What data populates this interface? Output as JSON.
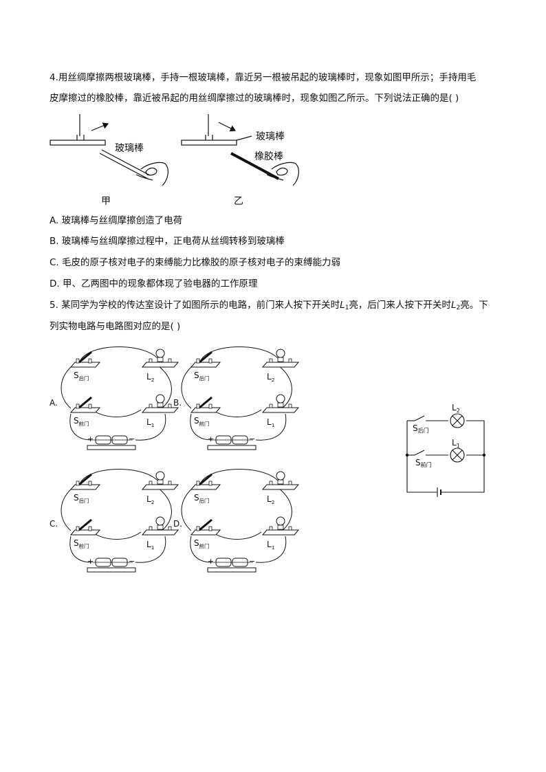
{
  "q4": {
    "number": "4.",
    "line1": "用丝绸摩擦两根玻璃棒，手持一根玻璃棒，靠近另一根被吊起的玻璃棒时，现象如图甲所示；手持用毛",
    "line2": "皮摩擦过的橡胶棒，靠近被吊起的用丝绸摩擦过的玻璃棒时，现象如图乙所示。下列说法正确的是(    )",
    "fig_jia_rod_label": "玻璃棒",
    "fig_yi_rod1_label": "玻璃棒",
    "fig_yi_rod2_label": "橡胶棒",
    "fig_jia_caption": "甲",
    "fig_yi_caption": "乙",
    "options": [
      "A. 玻璃棒与丝绸摩擦创造了电荷",
      "B. 玻璃棒与丝绸摩擦过程中，正电荷从丝绸转移到玻璃棒",
      "C. 毛皮的原子核对电子的束缚能力比橡胶的原子核对电子的束缚能力弱",
      "D. 甲、乙两图中的现象都体现了验电器的工作原理"
    ]
  },
  "q5": {
    "line1_a": "5. 某同学为学校的传达室设计了如图所示的电路，前门来人按下开关时",
    "l1_sym": "L",
    "l1_sub": "1",
    "line1_b": "亮，后门来人按下开关时",
    "l2_sym": "L",
    "l2_sub": "2",
    "line1_c": "亮。下",
    "line2": "列实物电路与电路图对应的是(    )",
    "option_letters": [
      "A.",
      "B.",
      "C.",
      "D."
    ],
    "switch_S": "S",
    "back_door": "后门",
    "front_door": "前门",
    "lamp_L": "L",
    "sub_1": "1",
    "sub_2": "2",
    "plus": "+",
    "minus": "−"
  }
}
